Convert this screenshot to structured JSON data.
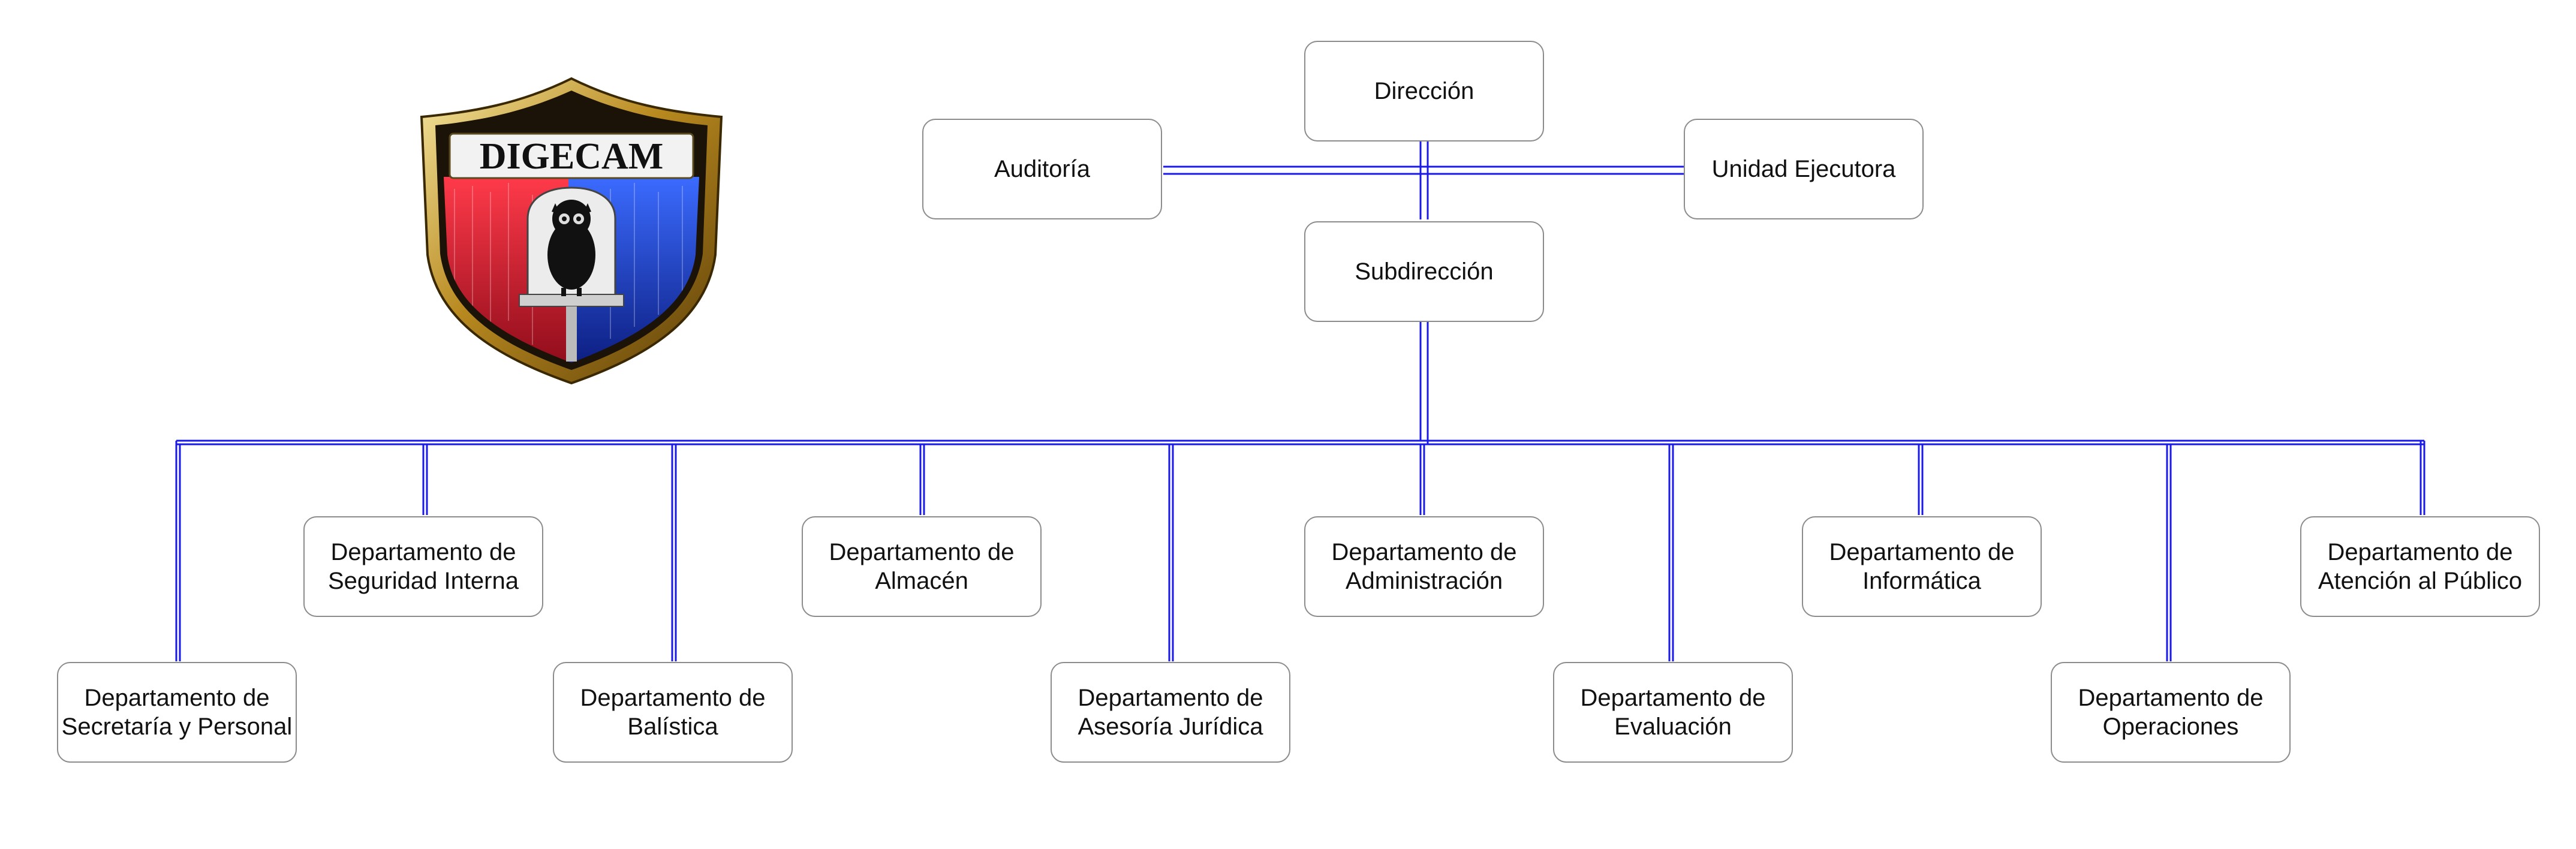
{
  "colors": {
    "connector": "#1a1ae6",
    "box_border": "#8c8c8c",
    "shield_red": "#e01e2e",
    "shield_blue": "#1a3fd6",
    "shield_gold": "#c9a227"
  },
  "logo": {
    "text": "DIGECAM",
    "icon": "owl-shield-icon"
  },
  "org_chart": {
    "top": {
      "direccion": "Dirección",
      "auditoria": "Auditoría",
      "unidad_ejecutora": "Unidad Ejecutora",
      "subdireccion": "Subdirección"
    },
    "departments": [
      {
        "line1": "Departamento de",
        "line2": "Secretaría y Personal"
      },
      {
        "line1": "Departamento de",
        "line2": "Seguridad Interna"
      },
      {
        "line1": "Departamento de",
        "line2": "Balística"
      },
      {
        "line1": "Departamento de",
        "line2": "Almacén"
      },
      {
        "line1": "Departamento de",
        "line2": "Asesoría Jurídica"
      },
      {
        "line1": "Departamento de",
        "line2": "Administración"
      },
      {
        "line1": "Departamento de",
        "line2": "Evaluación"
      },
      {
        "line1": "Departamento de",
        "line2": "Informática"
      },
      {
        "line1": "Departamento de",
        "line2": "Operaciones"
      },
      {
        "line1": "Departamento de",
        "line2": "Atención al Público"
      }
    ]
  }
}
